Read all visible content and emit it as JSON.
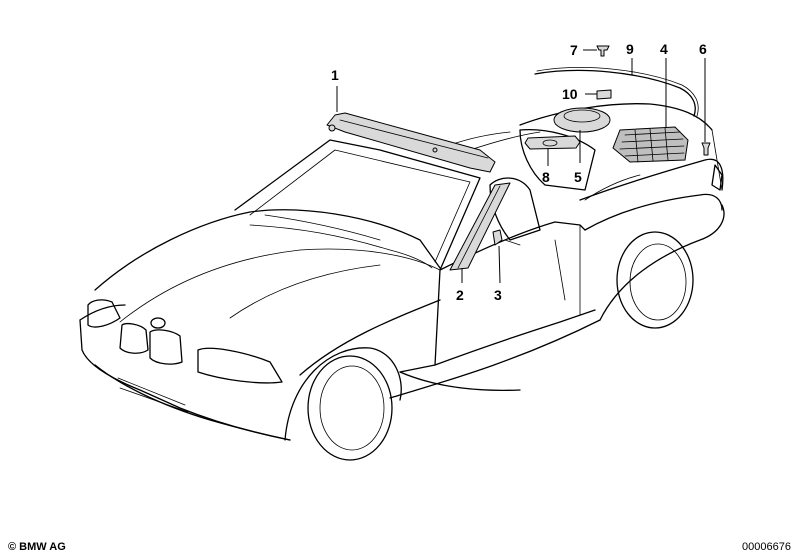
{
  "callouts": [
    {
      "id": "1",
      "label": "1"
    },
    {
      "id": "2",
      "label": "2"
    },
    {
      "id": "3",
      "label": "3"
    },
    {
      "id": "4",
      "label": "4"
    },
    {
      "id": "5",
      "label": "5"
    },
    {
      "id": "6",
      "label": "6"
    },
    {
      "id": "7",
      "label": "7"
    },
    {
      "id": "8",
      "label": "8"
    },
    {
      "id": "9",
      "label": "9"
    },
    {
      "id": "10",
      "label": "10"
    }
  ],
  "footer": {
    "copyright": "© BMW AG",
    "document_number": "00006676"
  }
}
